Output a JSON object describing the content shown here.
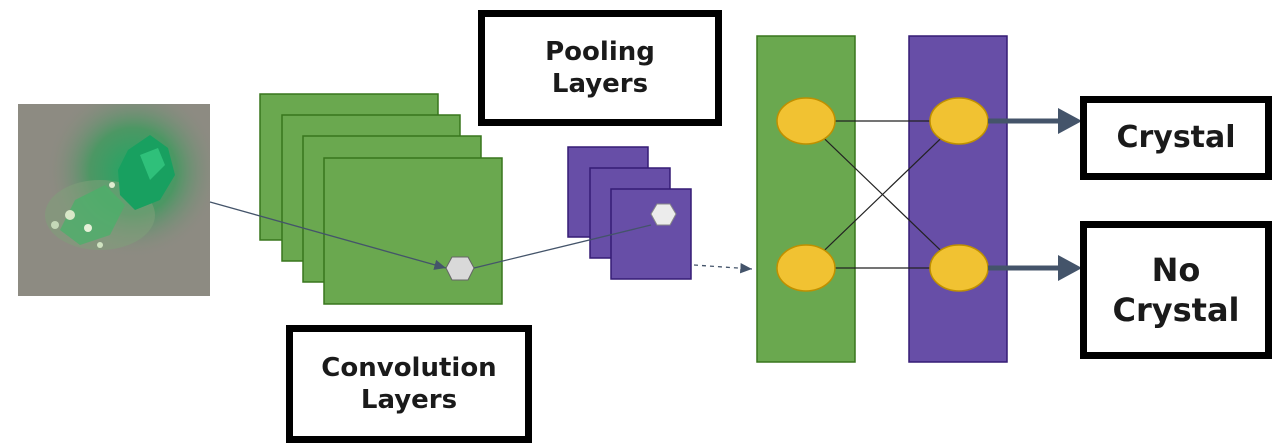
{
  "labels": {
    "pooling": [
      "Pooling",
      "Layers"
    ],
    "convolution": [
      "Convolution",
      "Layers"
    ],
    "crystal": [
      "Crystal"
    ],
    "no_crystal": [
      "No",
      "Crystal"
    ]
  },
  "colors": {
    "conv_green": "#6aa84f",
    "pool_purple": "#674ea7",
    "node_yellow": "#f1c232",
    "arrow_slate": "#44546a",
    "kernel_gray": "#d9d9d9"
  },
  "input_image": {
    "icon": "green-crystal-photo"
  }
}
